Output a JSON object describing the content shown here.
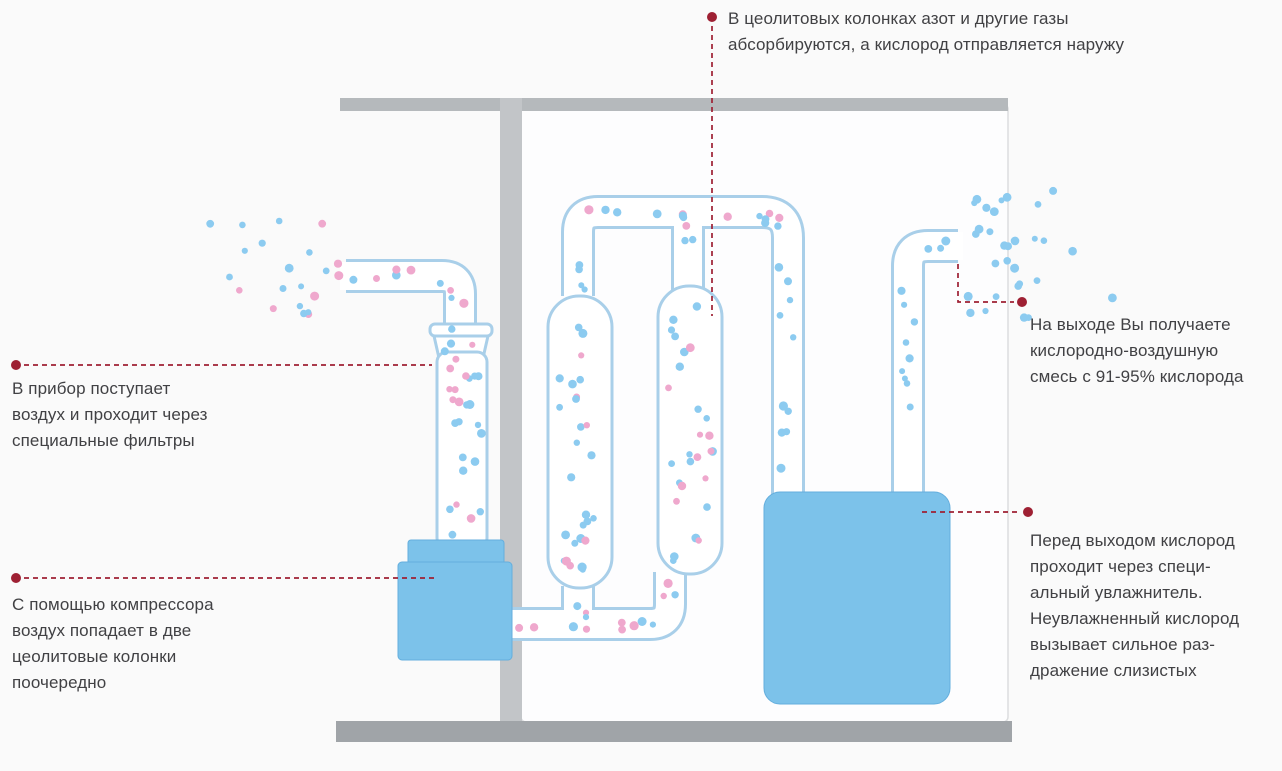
{
  "palette": {
    "accent_red": "#9e2033",
    "pipe_outline": "#a9cfe9",
    "dot_blue": "#8ccbf0",
    "dot_pink": "#efa8cd",
    "device_blue": "#7cc2ea",
    "frame_gray_top": "#b5b9bc",
    "frame_gray_divider": "#c2c5c8",
    "frame_gray_bottom": "#a0a4a8"
  },
  "annotations": {
    "zeolite": {
      "lines": [
        "В цеолитовых колонках азот и другие газы",
        "абсорбируются, а кислород отправляется наружу"
      ]
    },
    "intake": {
      "lines": [
        "В прибор поступает",
        "воздух и проходит через",
        "специальные фильтры"
      ]
    },
    "compressor": {
      "lines": [
        "С помощью компрессора",
        "воздух попадает в две",
        "цеолитовые колонки",
        "поочередно"
      ]
    },
    "output": {
      "lines": [
        "На выходе Вы получаете",
        "кислородно-воздушную",
        "смесь с 91-95% кислорода"
      ]
    },
    "humidifier": {
      "lines": [
        "Перед выходом кислород",
        "проходит через специ-",
        "альный увлажнитель.",
        "Неувлажненный кислород",
        "вызывает сильное раз-",
        "дражение слизистых"
      ]
    }
  }
}
